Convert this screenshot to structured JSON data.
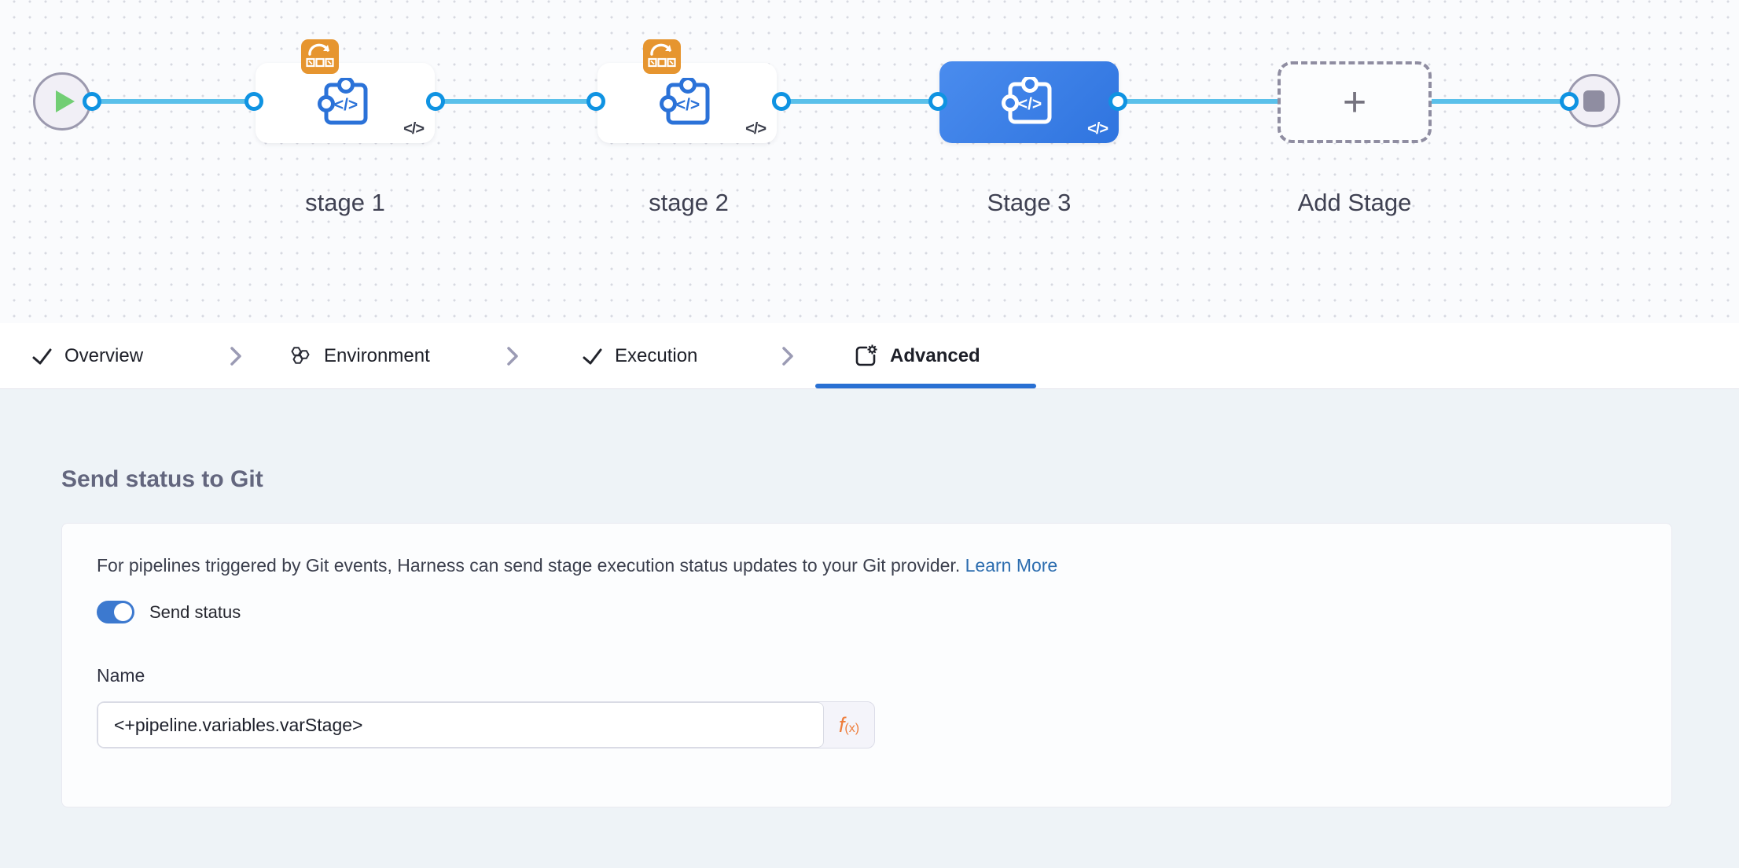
{
  "pipeline_graph": {
    "stages": [
      {
        "label": "stage 1",
        "selected": false,
        "has_loop_badge": true
      },
      {
        "label": "stage 2",
        "selected": false,
        "has_loop_badge": true
      },
      {
        "label": "Stage 3",
        "selected": true,
        "has_loop_badge": false
      }
    ],
    "add_stage_label": "Add Stage",
    "add_stage_plus": "+",
    "code_glyph": "</>"
  },
  "tabs": [
    {
      "label": "Overview",
      "icon": "check-icon",
      "state": "complete"
    },
    {
      "label": "Environment",
      "icon": "environment-icon",
      "state": "default"
    },
    {
      "label": "Execution",
      "icon": "check-icon",
      "state": "complete"
    },
    {
      "label": "Advanced",
      "icon": "advanced-gear-icon",
      "state": "active"
    }
  ],
  "panel": {
    "heading": "Send status to Git",
    "description": "For pipelines triggered by Git events, Harness can send stage execution status updates to your Git provider.",
    "link_label": "Learn More",
    "toggle_label": "Send status",
    "toggle_on": true,
    "name_label": "Name",
    "name_value": "<+pipeline.variables.varStage>",
    "fx_f": "f",
    "fx_sub": "(x)"
  },
  "colors": {
    "edge_blue": "#5ac0ea",
    "ring_blue": "#0f93e2",
    "selected_stage_blue": "#3b80e8",
    "badge_orange": "#e6952f",
    "tab_underline_blue": "#2970d3",
    "link_blue": "#2c6daf",
    "toggle_blue": "#3c79cf",
    "fx_orange": "#ee7d3b"
  }
}
